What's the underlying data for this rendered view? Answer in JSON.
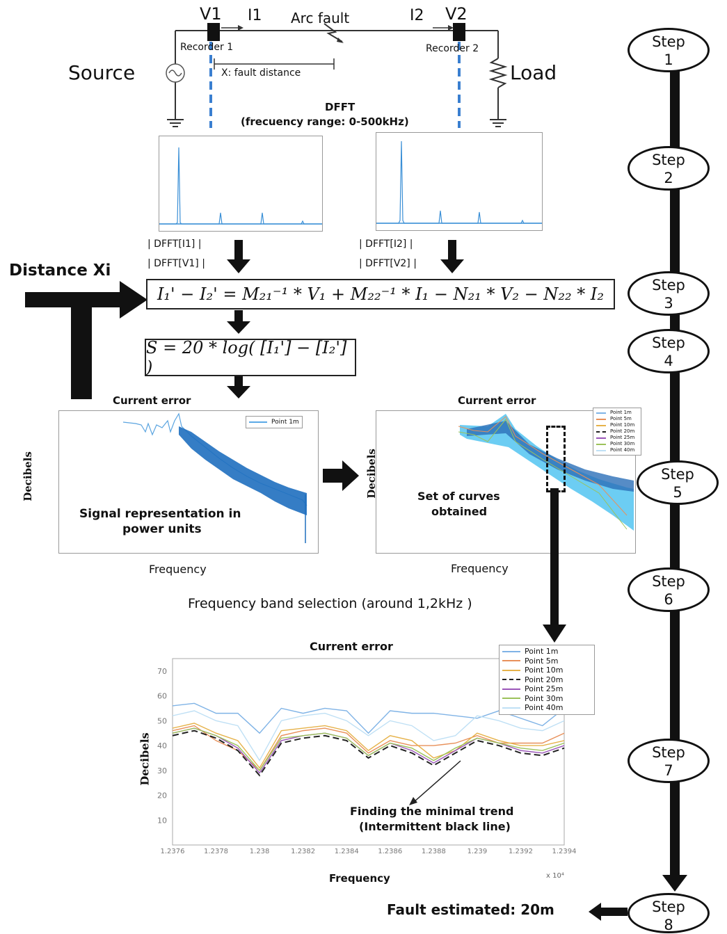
{
  "circuit": {
    "v1": "V1",
    "i1": "I1",
    "arc": "Arc fault",
    "i2": "I2",
    "v2": "V2",
    "recorder1": "Recorder 1",
    "recorder2": "Recorder 2",
    "source": "Source",
    "load": "Load",
    "fault_distance": "X: fault distance"
  },
  "dfft": {
    "title": "DFFT",
    "range": "(frecuency range: 0-500kHz)",
    "i1": "| DFFT[I1] |",
    "v1": "| DFFT[V1] |",
    "i2": "| DFFT[I2] |",
    "v2": "| DFFT[V2] |"
  },
  "distance_label": "Distance Xi",
  "equations": {
    "eq1": "I₁' − I₂' = M₂₁⁻¹ * V₁ + M₂₂⁻¹ * I₁ − N₂₁ * V₂ − N₂₂ * I₂",
    "eq2": "S = 20 * log( [I₁'] − [I₂'] )"
  },
  "left_plot": {
    "title": "Current  error",
    "ylabel": "Decibels",
    "xlabel": "Frequency",
    "note_line1": "Signal representation in",
    "note_line2": "power units",
    "legend": "Point 1m"
  },
  "right_plot": {
    "title": "Current  error",
    "ylabel": "Decibels",
    "xlabel": "Frequency",
    "note_line1": "Set of curves",
    "note_line2": "obtained"
  },
  "band_selection": "Frequency band selection (around 1,2kHz )",
  "zoom_plot": {
    "title": "Current  error",
    "ylabel": "Decibels",
    "xlabel": "Frequency",
    "exponent": "x 10⁴",
    "note_line1": "Finding the minimal trend",
    "note_line2": "(Intermittent black line)"
  },
  "steps": [
    {
      "word": "Step",
      "num": "1"
    },
    {
      "word": "Step",
      "num": "2"
    },
    {
      "word": "Step",
      "num": "3"
    },
    {
      "word": "Step",
      "num": "4"
    },
    {
      "word": "Step",
      "num": "5"
    },
    {
      "word": "Step",
      "num": "6"
    },
    {
      "word": "Step",
      "num": "7"
    },
    {
      "word": "Step",
      "num": "8"
    }
  ],
  "result": "Fault estimated: 20m",
  "chart_data": {
    "type": "line",
    "title": "Current  error",
    "xlabel": "Frequency",
    "ylabel": "Decibels",
    "x_multiplier": "x 10⁴",
    "x": [
      1.2376,
      1.2377,
      1.2378,
      1.2379,
      1.238,
      1.2381,
      1.2382,
      1.2383,
      1.2384,
      1.2385,
      1.2386,
      1.2387,
      1.2388,
      1.2389,
      1.239,
      1.2391,
      1.2392,
      1.2393,
      1.2394
    ],
    "xticks": [
      "1.2376",
      "1.2378",
      "1.238",
      "1.2382",
      "1.2384",
      "1.2386",
      "1.2388",
      "1.239",
      "1.2392",
      "1.2394"
    ],
    "ylim": [
      0,
      75
    ],
    "yticks": [
      "10",
      "20",
      "30",
      "40",
      "50",
      "60",
      "70"
    ],
    "legend_placement": "top-right",
    "series": [
      {
        "name": "Point 1m",
        "color": "#7fb3e6",
        "dash": false,
        "values": [
          56,
          57,
          53,
          53,
          45,
          55,
          53,
          55,
          54,
          45,
          54,
          53,
          53,
          52,
          51,
          54,
          51,
          48,
          55
        ]
      },
      {
        "name": "Point 5m",
        "color": "#e8905a",
        "dash": false,
        "values": [
          46,
          48,
          42,
          38,
          30,
          44,
          46,
          47,
          45,
          37,
          42,
          40,
          40,
          41,
          44,
          41,
          41,
          41,
          45
        ]
      },
      {
        "name": "Point 10m",
        "color": "#e6b24a",
        "dash": false,
        "values": [
          47,
          49,
          45,
          42,
          31,
          46,
          47,
          48,
          46,
          38,
          44,
          42,
          35,
          38,
          45,
          42,
          40,
          40,
          42
        ]
      },
      {
        "name": "Point 20m",
        "color": "#222222",
        "dash": true,
        "values": [
          44,
          46,
          43,
          38,
          28,
          41,
          43,
          44,
          42,
          35,
          40,
          37,
          32,
          37,
          42,
          40,
          37,
          36,
          39
        ]
      },
      {
        "name": "Point 25m",
        "color": "#9a55b8",
        "dash": false,
        "values": [
          45,
          47,
          44,
          39,
          29,
          42,
          44,
          45,
          43,
          36,
          41,
          38,
          33,
          38,
          43,
          41,
          38,
          37,
          40
        ]
      },
      {
        "name": "Point 30m",
        "color": "#9cc25a",
        "dash": false,
        "values": [
          45,
          47,
          44,
          40,
          30,
          43,
          44,
          45,
          43,
          36,
          41,
          39,
          34,
          39,
          43,
          41,
          39,
          38,
          41
        ]
      },
      {
        "name": "Point 40m",
        "color": "#bfe0f5",
        "dash": false,
        "values": [
          52,
          54,
          50,
          48,
          34,
          50,
          52,
          53,
          50,
          44,
          50,
          48,
          42,
          44,
          52,
          50,
          47,
          46,
          50
        ]
      }
    ]
  }
}
